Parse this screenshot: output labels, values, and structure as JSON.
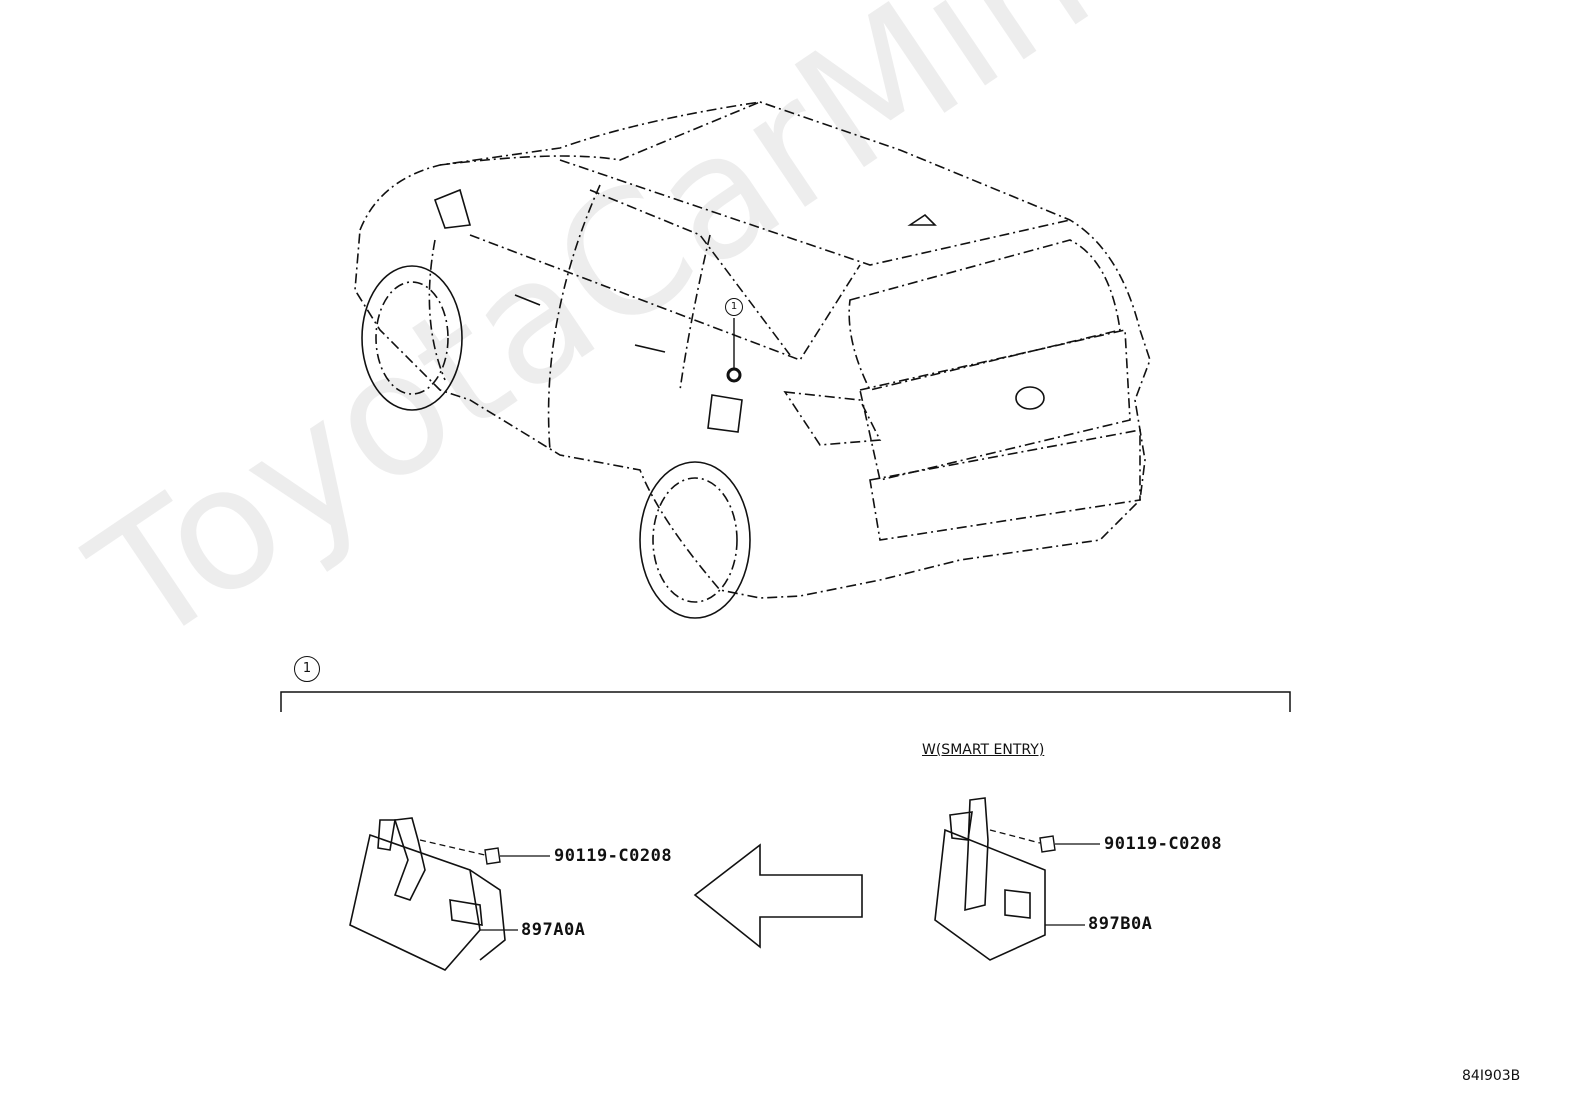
{
  "diagram": {
    "callout_number": "1",
    "condition_label": "W(SMART ENTRY)",
    "parts": {
      "bolt_left": "90119-C0208",
      "module_left": "897A0A",
      "bolt_right": "90119-C0208",
      "module_right": "897B0A"
    },
    "watermark": "ToyotaCarMine.ru",
    "figure_code": "84I903B"
  }
}
